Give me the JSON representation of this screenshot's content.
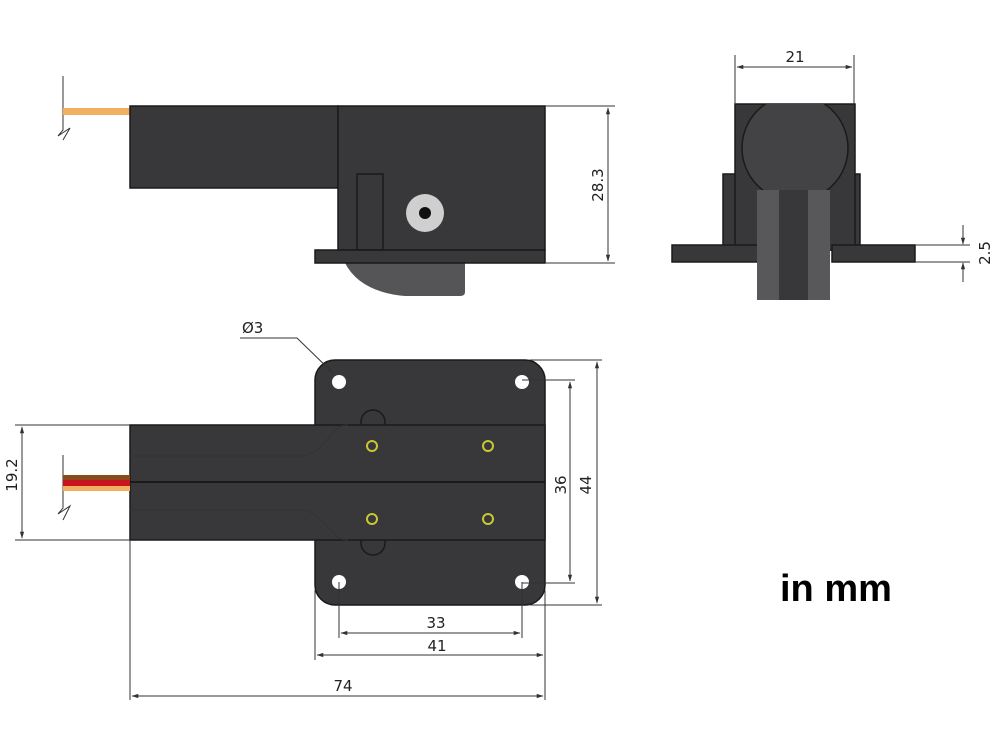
{
  "dimensions": {
    "side_height": "28.3",
    "front_width": "21",
    "flange_thickness": "2.5",
    "hole_diameter": "Ø3",
    "arm_width": "19.2",
    "hole_spacing_vertical": "36",
    "plate_height": "44",
    "hole_spacing_horizontal": "33",
    "plate_width": "41",
    "overall_length": "74"
  },
  "unit_label": "in mm",
  "colors": {
    "body": "#38373a",
    "ramp": "#555457",
    "wire_brown": "#8b4a1c",
    "wire_red": "#c8141e",
    "wire_orange": "#f0b060",
    "pad_ring": "#c8c832"
  }
}
